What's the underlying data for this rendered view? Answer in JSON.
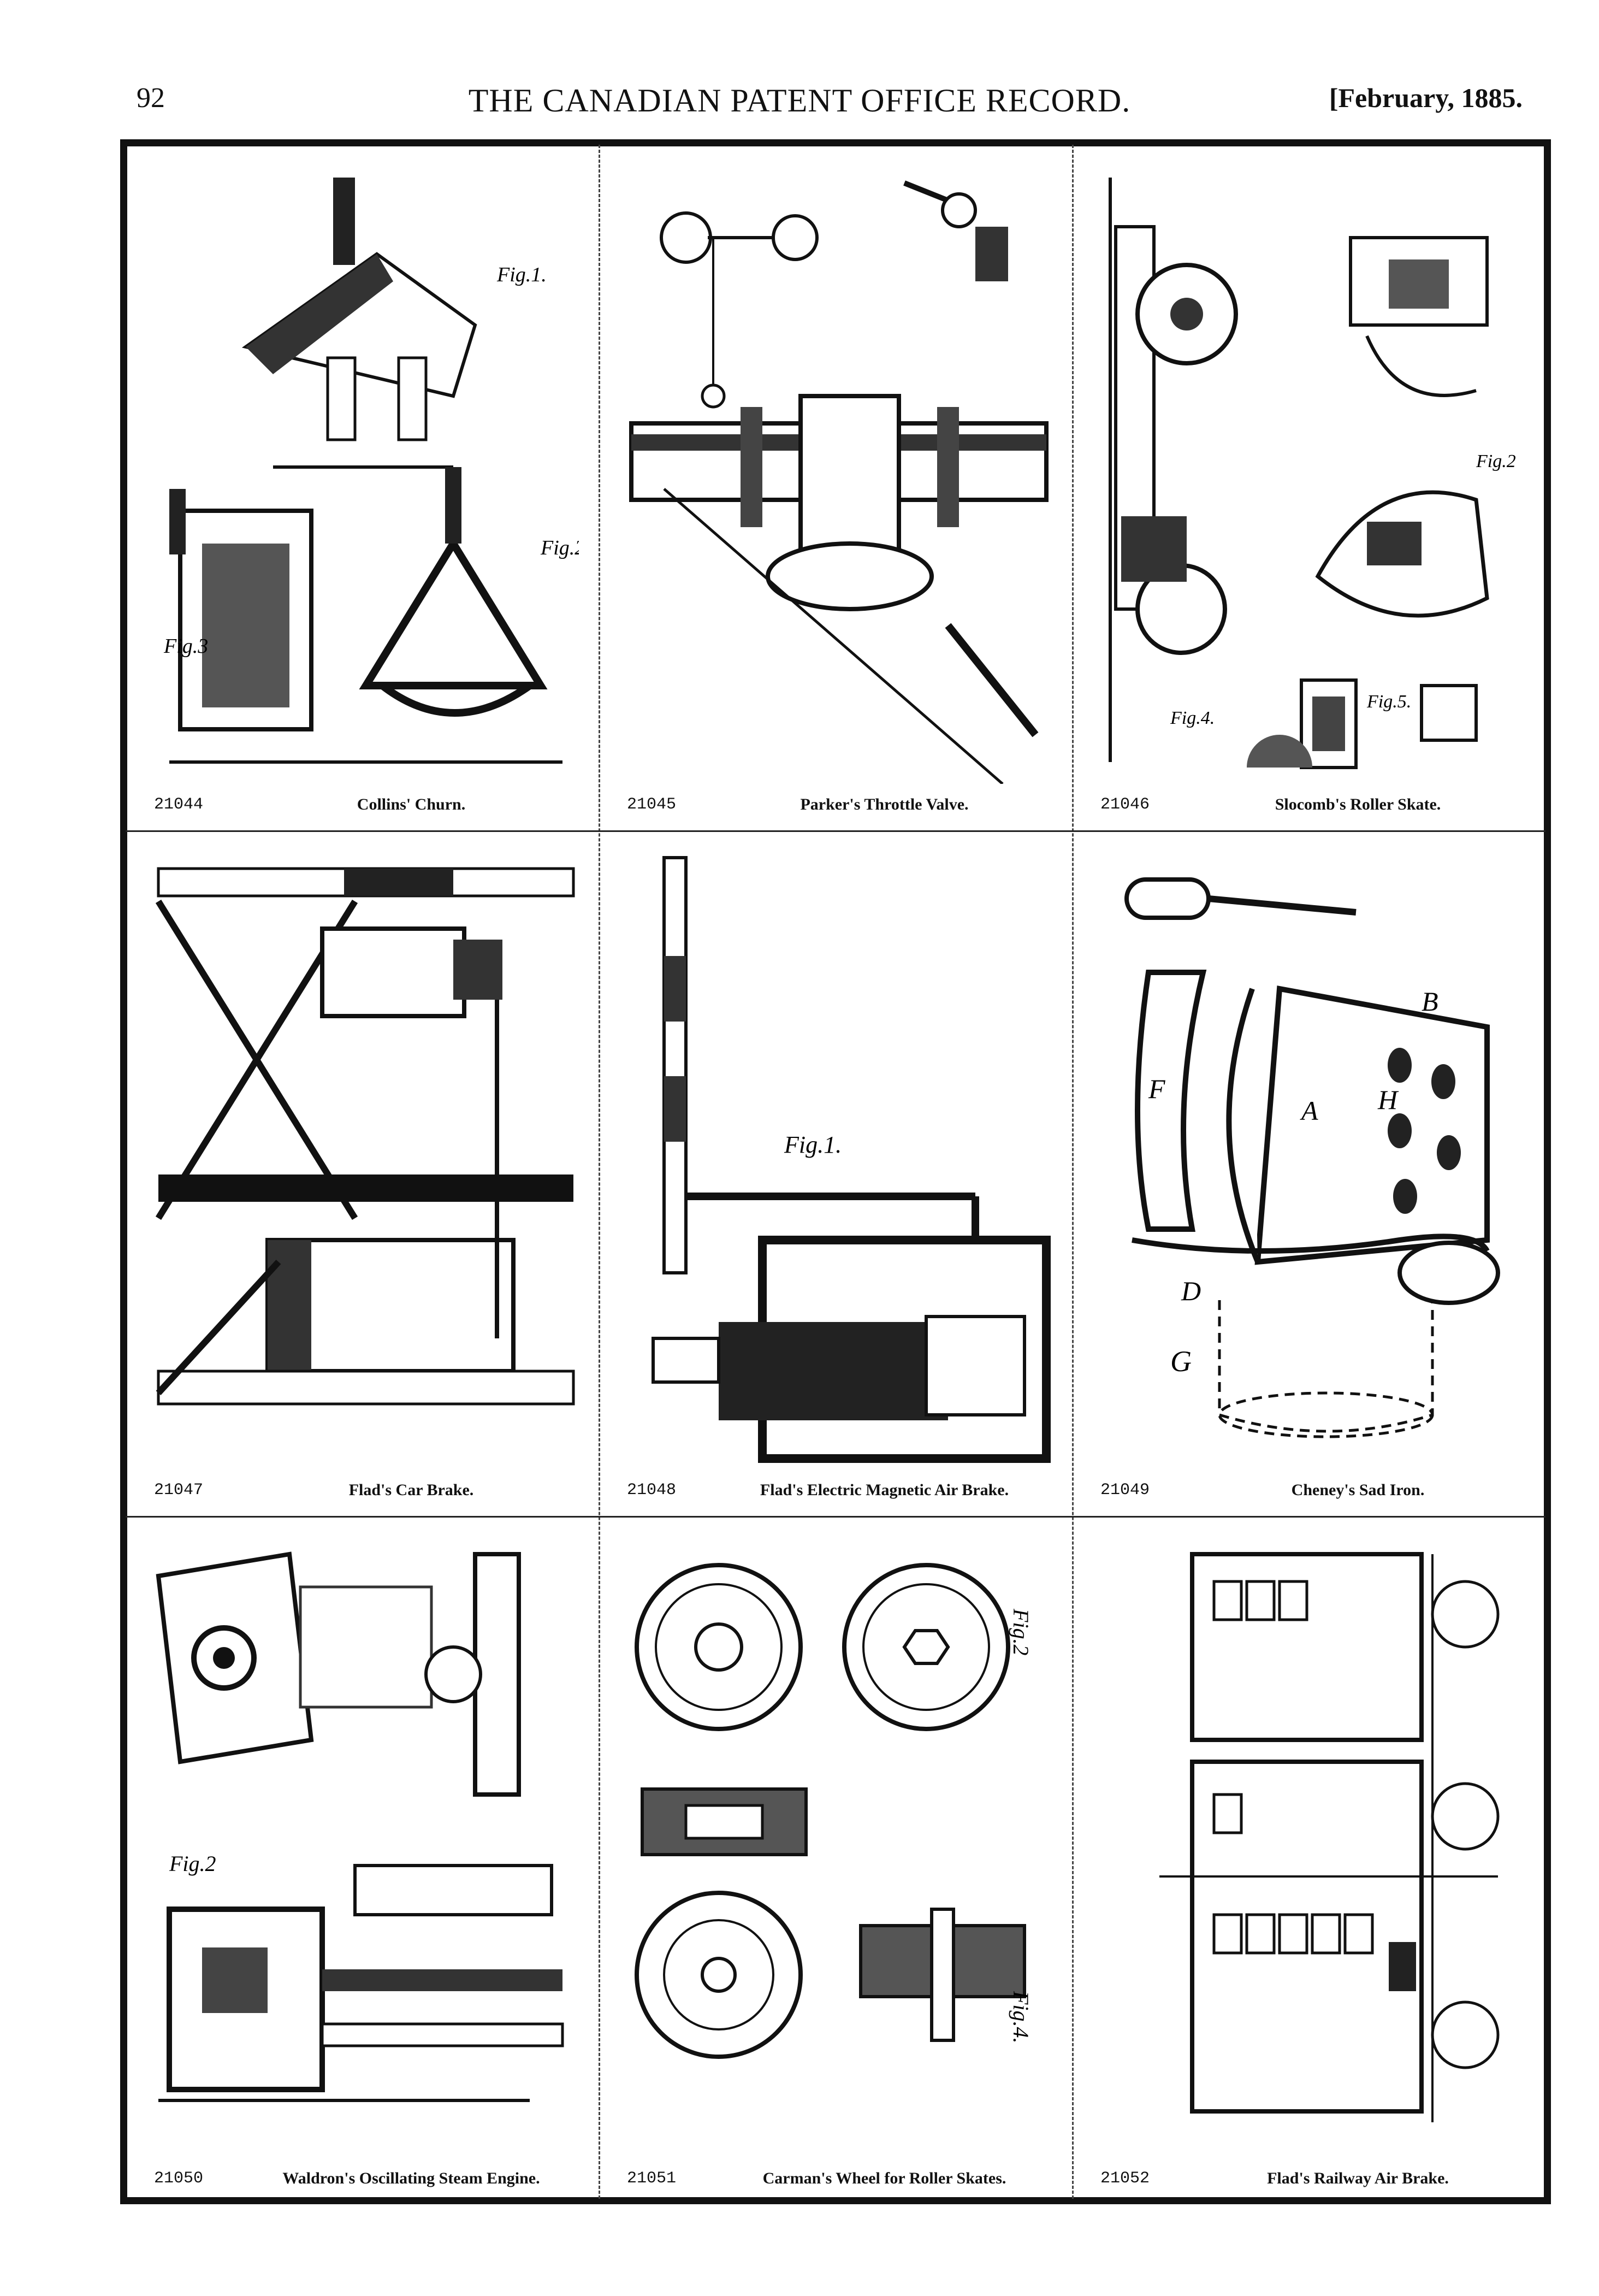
{
  "header": {
    "page_number": "92",
    "journal_title": "THE CANADIAN PATENT OFFICE RECORD.",
    "issue_date": "[February, 1885."
  },
  "patents": [
    {
      "number": "21044",
      "title": "Collins' Churn."
    },
    {
      "number": "21045",
      "title": "Parker's Throttle Valve."
    },
    {
      "number": "21046",
      "title": "Slocomb's Roller Skate."
    },
    {
      "number": "21047",
      "title": "Flad's Car Brake."
    },
    {
      "number": "21048",
      "title": "Flad's Electric Magnetic Air Brake."
    },
    {
      "number": "21049",
      "title": "Cheney's Sad Iron."
    },
    {
      "number": "21050",
      "title": "Waldron's Oscillating Steam Engine."
    },
    {
      "number": "21051",
      "title": "Carman's Wheel for Roller Skates."
    },
    {
      "number": "21052",
      "title": "Flad's Railway Air Brake."
    }
  ],
  "figure_labels": {
    "fig1": "Fig.1.",
    "fig2": "Fig.2",
    "fig3": "Fig.3",
    "fig4": "Fig.4.",
    "fig5": "Fig.5.",
    "letter_a": "A",
    "letter_b": "B",
    "letter_f": "F",
    "letter_h": "H",
    "letter_g": "G",
    "letter_d": "D"
  }
}
